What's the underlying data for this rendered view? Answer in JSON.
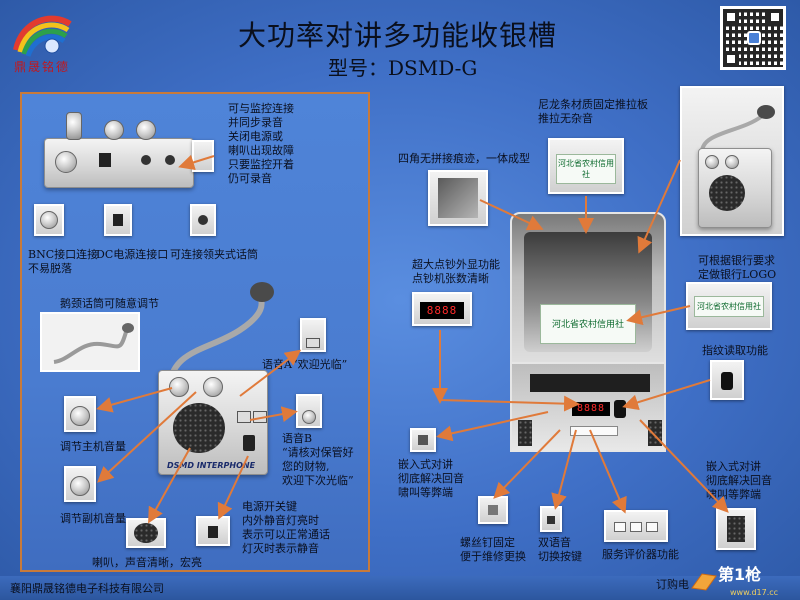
{
  "header": {
    "brand_name": "鼎晟铭德",
    "title": "大功率对讲多功能收银槽",
    "model": "型号：DSMD-G"
  },
  "colors": {
    "accent_frame": "#c87a3a",
    "arrow": "#e07a3a",
    "background": "#4a7cd0",
    "lcd_digit": "#ff2a2a"
  },
  "left_panel": {
    "note_monitor": [
      "可与监控连接",
      "并同步录音",
      "关闭电源或",
      "喇叭出现故障",
      "只要监控开着",
      "仍可录音"
    ],
    "bnc": [
      "BNC接口连接",
      "不易脱落"
    ],
    "dc": "DC电源连接口",
    "clip": "可连接领夹式话筒",
    "gooseneck": "鹅颈话筒可随意调节",
    "voice_a": "语音A“欢迎光临”",
    "host_volume": "调节主机音量",
    "voice_b": [
      "语音B",
      "“请核对保管好",
      "您的财物,",
      "欢迎下次光临”"
    ],
    "sub_volume": "调节副机音量",
    "speaker_note": "喇叭，声音清晰，宏亮",
    "power_switch": [
      "电源开关键",
      "内外静音灯亮时",
      "表示可以正常通话",
      "灯灭时表示静音"
    ],
    "device_brand": "DSMD INTERPHONE"
  },
  "right_panel": {
    "push_plate": [
      "尼龙条材质固定推拉板",
      "推拉无杂音"
    ],
    "seamless": "四角无拼接痕迹，一体成型",
    "display": [
      "超大点钞外显功能",
      "点钞机张数清晰"
    ],
    "lcd_value": "8888",
    "bank_logo": [
      "可根据银行要求",
      "定做银行LOGO"
    ],
    "bank_logo_text": "河北省农村信用社",
    "fingerprint": "指纹读取功能",
    "embedded_left": [
      "嵌入式对讲",
      "彻底解决回音",
      "啸叫等弊端"
    ],
    "embedded_right": [
      "嵌入式对讲",
      "彻底解决回音",
      "啸叫等弊端"
    ],
    "screw": [
      "螺丝钉固定",
      "便于维修更换"
    ],
    "dual_voice": [
      "双语音",
      "切换按键"
    ],
    "service_eval": "服务评价器功能"
  },
  "footer": {
    "company": "襄阳鼎晟铭德电子科技有限公司",
    "order": "订购电",
    "watermark_logo": "第1枪",
    "watermark_url": "www.d17.cc"
  }
}
